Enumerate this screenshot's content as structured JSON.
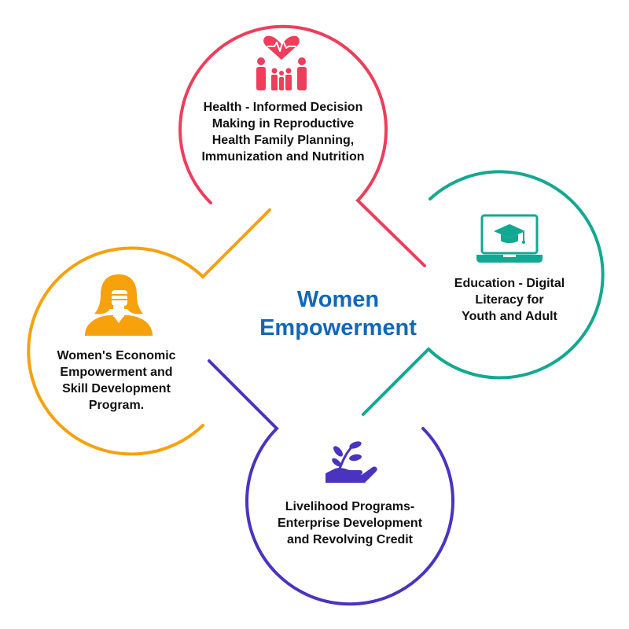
{
  "center": {
    "line1": "Women",
    "line2": "Empowerment",
    "color": "#1168b8"
  },
  "nodes": [
    {
      "id": "health",
      "icon": "family-heart-icon",
      "color": "#ef3d5c",
      "lines": [
        "Health - Informed Decision",
        "Making in Reproductive",
        "Health Family Planning,",
        "Immunization and Nutrition"
      ]
    },
    {
      "id": "education",
      "icon": "laptop-graduation-cap-icon",
      "color": "#13a891",
      "lines": [
        "Education - Digital",
        "Literacy for",
        "Youth and Adult"
      ]
    },
    {
      "id": "economic",
      "icon": "woman-raised-fist-icon",
      "color": "#f7a10c",
      "lines": [
        "Women's Economic",
        "Empowerment and",
        "Skill Development",
        "Program."
      ]
    },
    {
      "id": "livelihood",
      "icon": "hand-holding-plant-icon",
      "color": "#4b33c2",
      "lines": [
        "Livelihood Programs-",
        "Enterprise Development",
        "and Revolving Credit"
      ]
    }
  ]
}
